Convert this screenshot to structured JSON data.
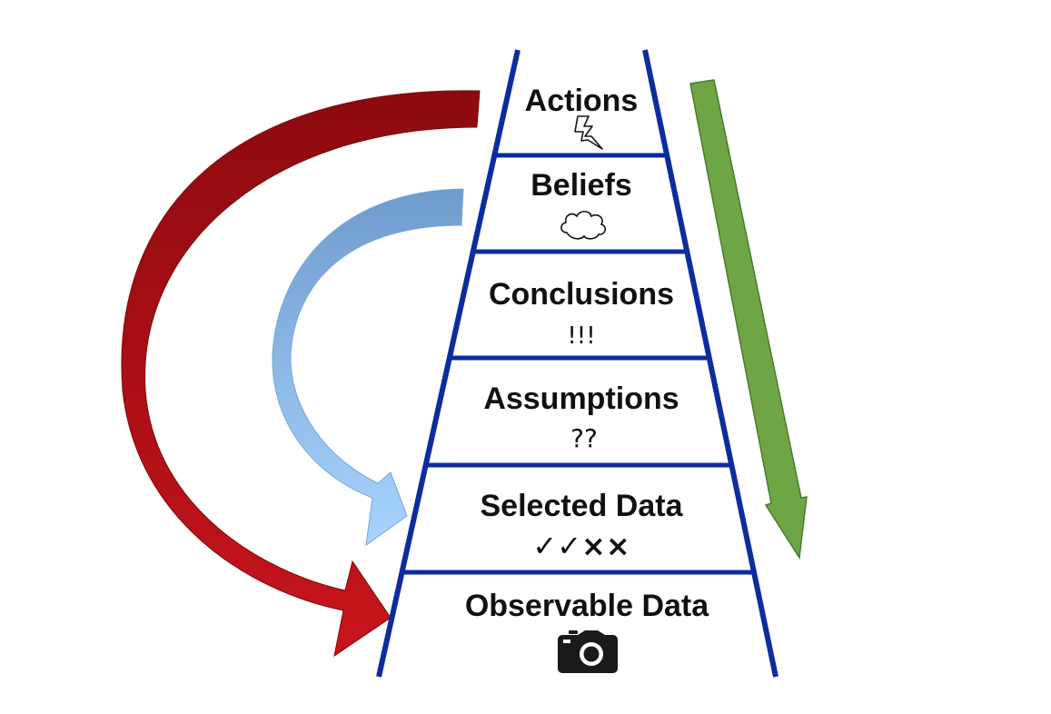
{
  "rungs": [
    {
      "label": "Actions",
      "symbol": "",
      "icon": "lightning-icon"
    },
    {
      "label": "Beliefs",
      "symbol": "",
      "icon": "cloud-icon"
    },
    {
      "label": "Conclusions",
      "symbol": "!!!"
    },
    {
      "label": "Assumptions",
      "symbol": "??"
    },
    {
      "label": "Selected Data",
      "symbol": "✓✓××"
    },
    {
      "label": "Observable Data",
      "symbol": "",
      "icon": "camera-icon"
    }
  ],
  "colors": {
    "ladder": "#0d2c9e",
    "red_arrow_light": "#c0141c",
    "red_arrow_dark": "#8c0a0e",
    "blue_arrow_light": "#9fd0ff",
    "blue_arrow_dark": "#6f9ccd",
    "green_arrow": "#6ea646",
    "green_arrow_edge": "#4a7a2e"
  }
}
